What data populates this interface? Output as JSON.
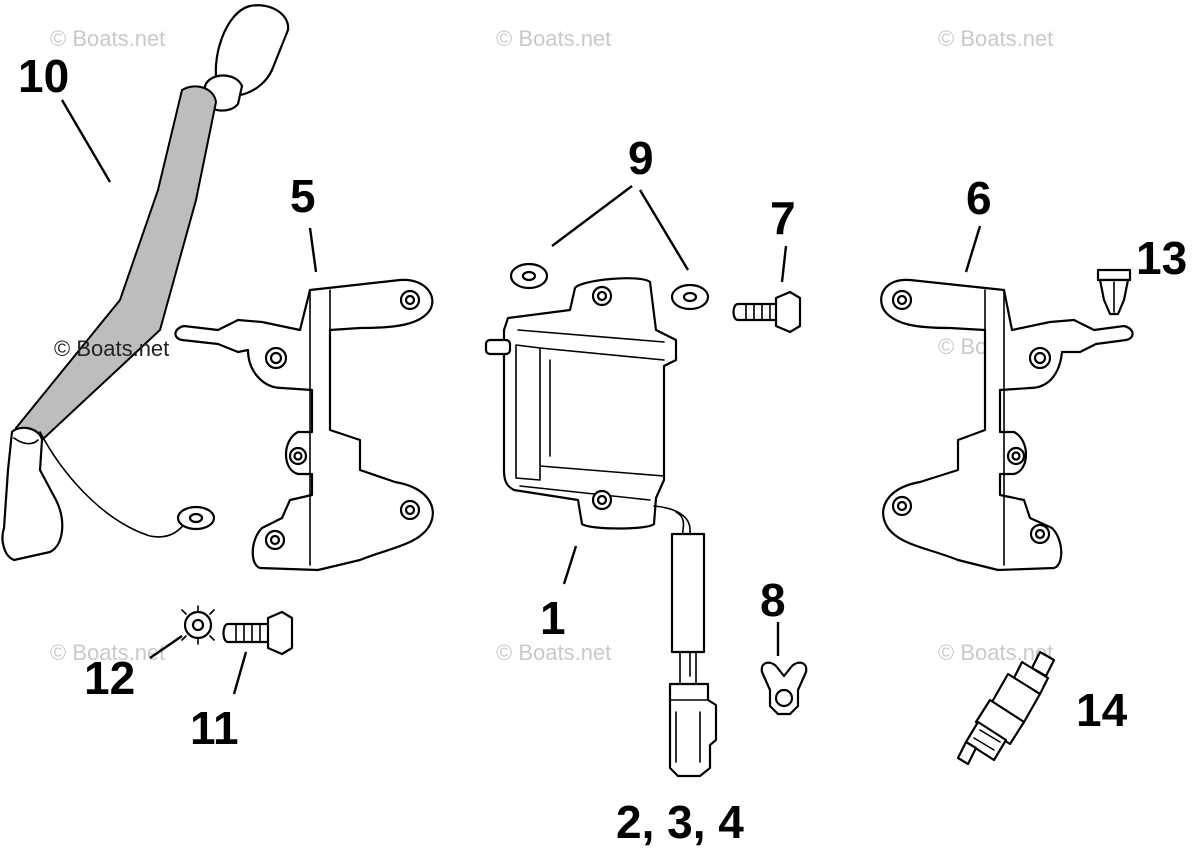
{
  "watermark": "© Boats.net",
  "watermark_inline": "© Boats.net",
  "callouts": {
    "c1": "1",
    "c234": "2, 3, 4",
    "c5": "5",
    "c6": "6",
    "c7": "7",
    "c8": "8",
    "c9": "9",
    "c10": "10",
    "c11": "11",
    "c12": "12",
    "c13": "13",
    "c14": "14"
  }
}
